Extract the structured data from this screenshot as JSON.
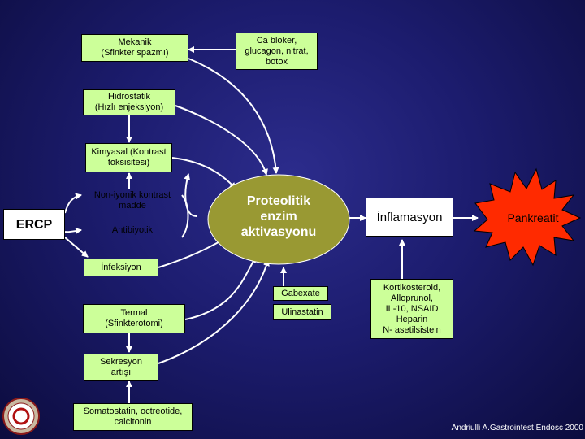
{
  "causes": {
    "mekanik": [
      "Mekanik",
      "(Sfinkter spazmı)"
    ],
    "hidrostatik": [
      "Hidrostatik",
      "(Hızlı enjeksiyon)"
    ],
    "kimyasal": [
      "Kimyasal (Kontrast",
      "toksisitesi)"
    ],
    "non_iyonik": [
      "Non-iyonik kontrast",
      "madde"
    ],
    "antibiyotik": "Antibiyotik",
    "infeksiyon": "İnfeksiyon",
    "termal": [
      "Termal",
      "(Sfinkterotomi)"
    ],
    "sekresyon": [
      "Sekresyon",
      "artışı"
    ],
    "somatostatin": [
      "Somatostatin, octreotide,",
      "calcitonin"
    ]
  },
  "ercp": "ERCP",
  "ca_bloker": [
    "Ca bloker,",
    "glucagon,  nitrat,",
    "botox"
  ],
  "proteolitik": [
    "Proteolitik",
    "enzim",
    "aktivasyonu"
  ],
  "gabexate": "Gabexate",
  "ulinastatin": "Ulinastatin",
  "inflamasyon": "İnflamasyon",
  "pankreatit": "Pankreatit",
  "kortiko": [
    "Kortikosteroid,",
    "Alloprunol,",
    "IL-10,  NSAID",
    "Heparin",
    "N- asetilsistein"
  ],
  "citation": "Andriulli A.Gastrointest Endosc 2000",
  "colors": {
    "box_fill": "#ccff99",
    "ellipse_fill": "#999933",
    "burst_fill": "#ff2a00",
    "background": "#1c1c6e"
  }
}
